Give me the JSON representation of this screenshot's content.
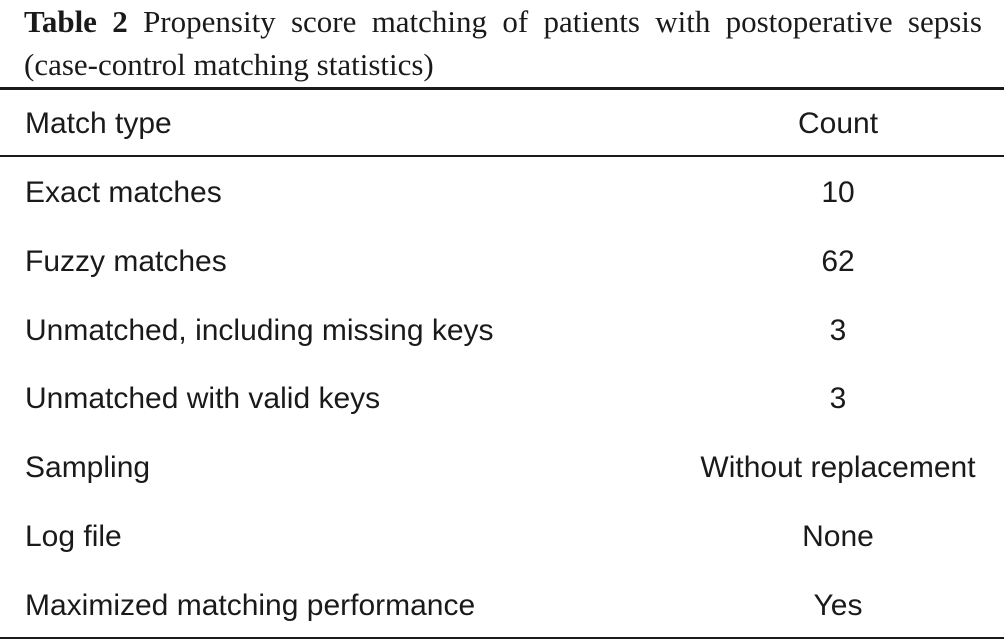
{
  "caption": {
    "label": "Table 2",
    "text": "Propensity score matching of patients with postoperative sepsis (case-control matching statistics)"
  },
  "table": {
    "headers": {
      "name": "Match type",
      "count": "Count"
    },
    "rows": [
      {
        "name": "Exact matches",
        "count": "10"
      },
      {
        "name": "Fuzzy matches",
        "count": "62"
      },
      {
        "name": "Unmatched, including missing keys",
        "count": "3"
      },
      {
        "name": "Unmatched with valid keys",
        "count": "3"
      },
      {
        "name": "Sampling",
        "count": "Without replacement"
      },
      {
        "name": "Log file",
        "count": "None"
      },
      {
        "name": "Maximized matching performance",
        "count": "Yes"
      }
    ]
  }
}
